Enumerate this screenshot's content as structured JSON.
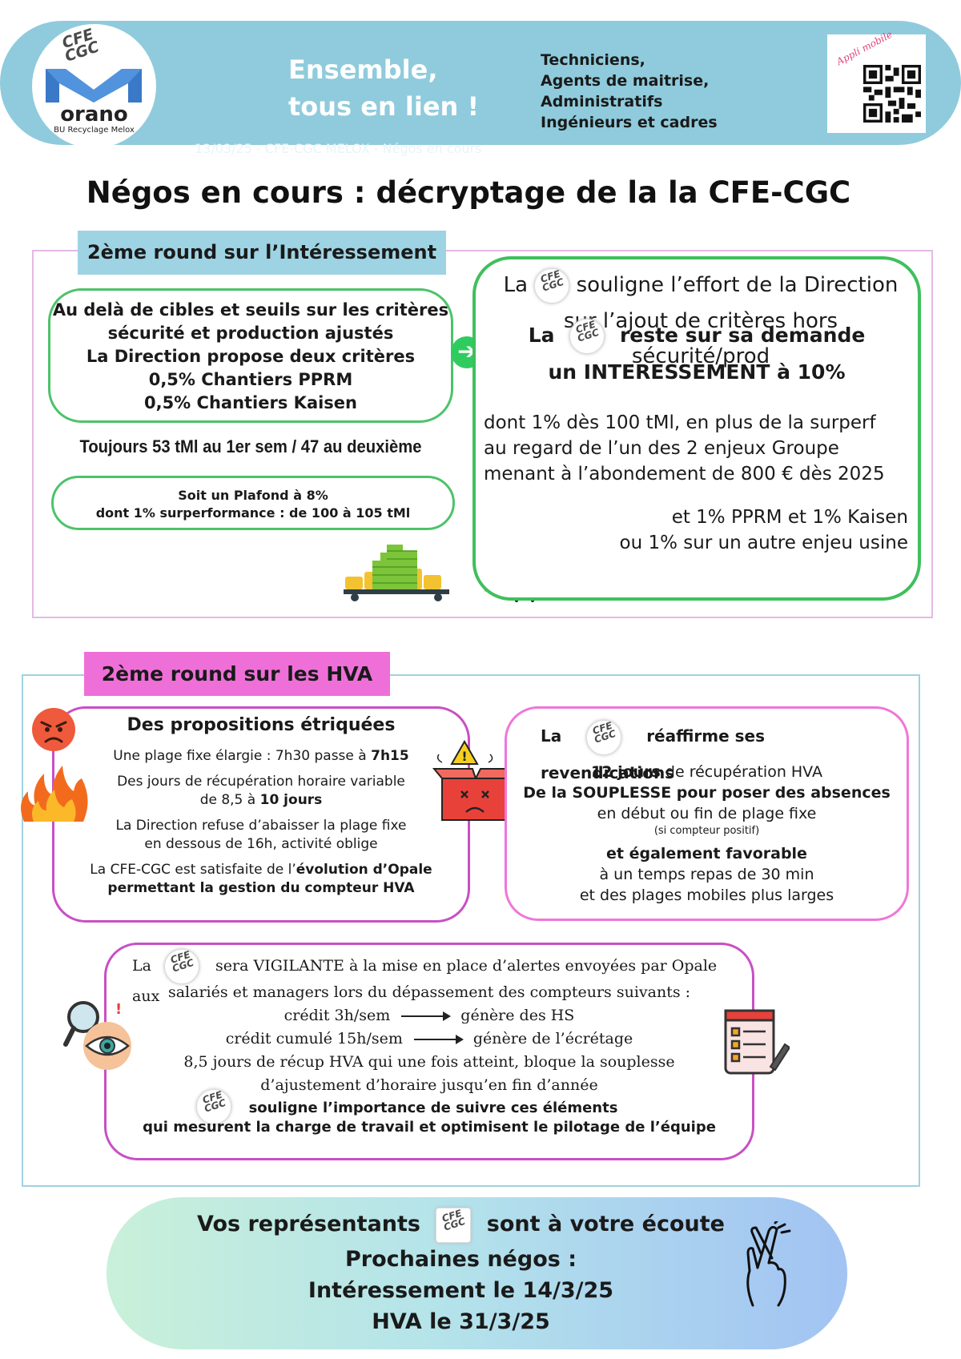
{
  "header": {
    "logo": {
      "brand_mark": "CFE CGC",
      "company": "orano",
      "subtitle": "BU Recyclage Melox"
    },
    "slogan": [
      "Ensemble,",
      "tous en lien !"
    ],
    "date_line": "13/03/25 - CFE-CGC MELOX - Négos en cours",
    "audience": [
      "Techniciens,",
      "Agents de maitrise,",
      "Administratifs",
      "Ingénieurs et cadres"
    ],
    "qr_tag": "Appli mobile"
  },
  "main_title": "Négos en cours : décryptage de la la CFE-CGC",
  "section1": {
    "title": "2ème round sur l’Intéressement",
    "left_box": [
      "Au delà de cibles et seuils sur les critères",
      "sécurité et production ajustés",
      "La Direction propose deux critères",
      "0,5% Chantiers PPRM",
      "0,5% Chantiers Kaisen"
    ],
    "toujours": "Toujours 53 tMl au 1er sem / 47 au deuxième",
    "plafond": [
      "Soit un Plafond à 8%",
      "dont 1% surperformance : de 100 à 105 tMl"
    ],
    "right_box": {
      "line1_pre": "La",
      "line1_post": "souligne l’effort de la Direction sur l’ajout de critères hors sécurité/prod",
      "line2_pre": "La",
      "line2_post": "reste sur sa demande",
      "line3": "un INTERESSEMENT à 10%",
      "line4": [
        "dont 1% dès 100 tMl, en plus de la surperf",
        "au regard de l’un des 2 enjeux Groupe",
        "menant à l’abondement de 800 € dès 2025"
      ],
      "line5": [
        "et 1% PPRM et 1% Kaisen",
        "ou 1% sur un autre enjeu usine"
      ]
    }
  },
  "section2": {
    "title": "2ème round sur les HVA",
    "left_box": {
      "title": "Des propositions étriquées",
      "p1_pre": "Une plage fixe élargie : 7h30 passe à ",
      "p1_bold": "7h15",
      "p2_line1": "Des jours de récupération horaire variable",
      "p2_pre": "de 8,5 à ",
      "p2_bold": "10 jours",
      "p3": [
        "La Direction refuse d’abaisser la plage fixe",
        "en dessous de 16h, activité oblige"
      ],
      "p4_pre": "La CFE-CGC est satisfaite de l’",
      "p4_bold1": "évolution d’Opale",
      "p4_bold2": "permettant la gestion du compteur HVA"
    },
    "right_box": {
      "head_pre": "La",
      "head_post": "réaffirme ses revendications",
      "l1_bold": "12 jours",
      "l1_rest": " de récupération HVA",
      "l2": "De la SOUPLESSE pour poser des absences",
      "l3": "en début ou fin de plage fixe",
      "l4": "(si compteur positif)",
      "l5": "et également favorable",
      "l6": "à un temps repas de 30 min",
      "l7": "et des plages mobiles plus larges"
    },
    "vigilance": {
      "head_pre": "La",
      "head_post": "sera VIGILANTE à la mise en place d’alertes envoyées par Opale aux",
      "line2": "salariés et managers lors du dépassement des compteurs suivants :",
      "rows": [
        {
          "left": "crédit 3h/sem",
          "right": "génère des HS"
        },
        {
          "left": "crédit cumulé 15h/sem",
          "right": "génère de l’écrétage"
        }
      ],
      "line5": "8,5 jours de récup HVA qui une fois atteint, bloque la souplesse",
      "line6": "d’ajustement d’horaire jusqu’en fin d’année",
      "foot": [
        "souligne l’importance de suivre ces éléments",
        "qui mesurent la charge de travail et optimisent le pilotage de l’équipe"
      ]
    }
  },
  "footer": {
    "line1_pre": "Vos représentants",
    "line1_post": "sont à votre écoute",
    "lines": [
      "Prochaines négos :",
      "Intéressement le 14/3/25",
      "HVA le 31/3/25"
    ]
  },
  "colors": {
    "header_bg": "#8fcbdc",
    "green": "#3fbf5d",
    "magenta": "#c94fc5",
    "pink": "#ef6fd9",
    "light_blue": "#9dd3e3"
  }
}
